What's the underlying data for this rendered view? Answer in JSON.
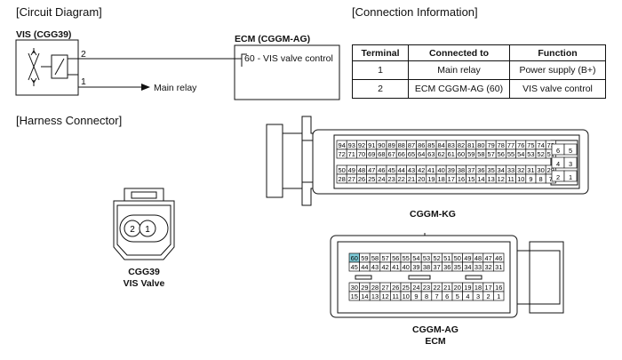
{
  "sections": {
    "circuit": "[Circuit Diagram]",
    "connection": "[Connection Information]",
    "harness": "[Harness Connector]"
  },
  "circuit": {
    "vis_label": "VIS (CGG39)",
    "ecm_label": "ECM (CGGM-AG)",
    "pin2": "2",
    "pin1": "1",
    "ecm_pin": "60 - VIS valve control",
    "main_relay": "Main relay"
  },
  "table": {
    "headers": [
      "Terminal",
      "Connected to",
      "Function"
    ],
    "rows": [
      [
        "1",
        "Main relay",
        "Power supply (B+)"
      ],
      [
        "2",
        "ECM CGGM-AG (60)",
        "VIS valve control"
      ]
    ]
  },
  "connectors": {
    "cgg39": {
      "name": "CGG39",
      "desc": "VIS Valve",
      "pins": [
        "2",
        "1"
      ]
    },
    "kg": {
      "name": "CGGM-KG",
      "rows": [
        [
          "94",
          "93",
          "92",
          "91",
          "90",
          "89",
          "88",
          "87",
          "86",
          "85",
          "84",
          "83",
          "82",
          "81",
          "80",
          "79",
          "78",
          "77",
          "76",
          "75",
          "74",
          "73"
        ],
        [
          "72",
          "71",
          "70",
          "69",
          "68",
          "67",
          "66",
          "65",
          "64",
          "63",
          "62",
          "61",
          "60",
          "59",
          "58",
          "57",
          "56",
          "55",
          "54",
          "53",
          "52",
          "51"
        ],
        [
          "50",
          "49",
          "48",
          "47",
          "46",
          "45",
          "44",
          "43",
          "42",
          "41",
          "40",
          "39",
          "38",
          "37",
          "36",
          "35",
          "34",
          "33",
          "32",
          "31",
          "30",
          "29"
        ],
        [
          "28",
          "27",
          "26",
          "25",
          "24",
          "23",
          "22",
          "21",
          "20",
          "19",
          "18",
          "17",
          "16",
          "15",
          "14",
          "13",
          "12",
          "11",
          "10",
          "9",
          "8",
          "7"
        ]
      ],
      "side": [
        [
          "6",
          "5"
        ],
        [
          "4",
          "3"
        ],
        [
          "2",
          "1"
        ]
      ]
    },
    "ag": {
      "name": "CGGM-AG",
      "desc": "ECM",
      "highlight": "60",
      "highlight_color": "#7ecbd8",
      "rows": [
        [
          "60",
          "59",
          "58",
          "57",
          "56",
          "55",
          "54",
          "53",
          "52",
          "51",
          "50",
          "49",
          "48",
          "47",
          "46"
        ],
        [
          "45",
          "44",
          "43",
          "42",
          "41",
          "40",
          "39",
          "38",
          "37",
          "36",
          "35",
          "34",
          "33",
          "32",
          "31"
        ],
        [
          "30",
          "29",
          "28",
          "27",
          "26",
          "25",
          "24",
          "23",
          "22",
          "21",
          "20",
          "19",
          "18",
          "17",
          "16"
        ],
        [
          "15",
          "14",
          "13",
          "12",
          "11",
          "10",
          "9",
          "8",
          "7",
          "6",
          "5",
          "4",
          "3",
          "2",
          "1"
        ]
      ]
    }
  }
}
